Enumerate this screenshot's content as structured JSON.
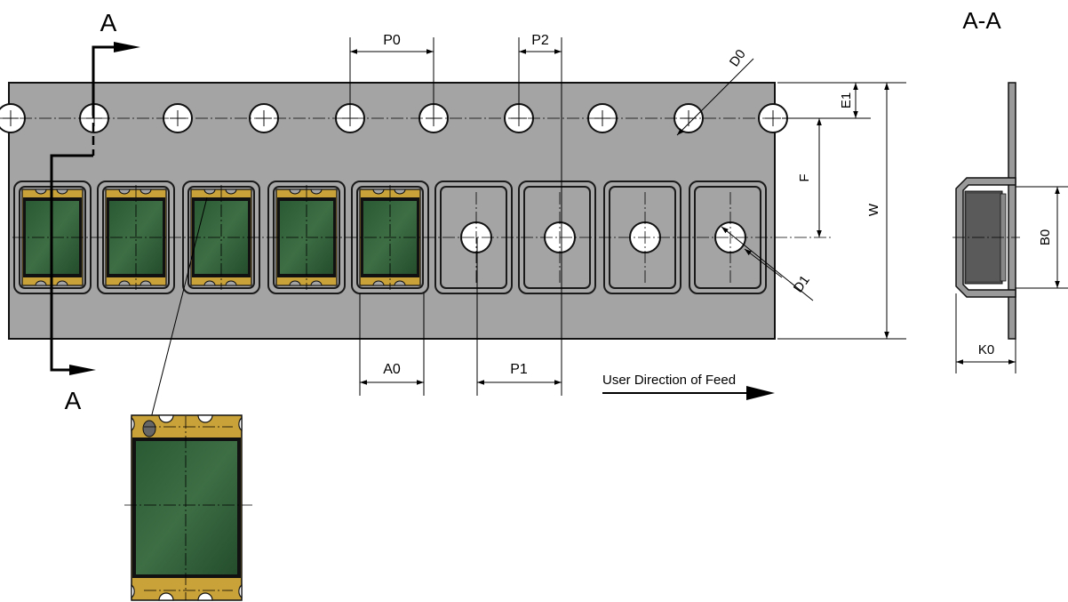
{
  "section": {
    "marker_top": "A",
    "marker_bottom": "A",
    "view_title": "A-A"
  },
  "dimensions": {
    "p0": "P0",
    "p2": "P2",
    "d0": "D0",
    "e1": "E1",
    "f": "F",
    "w": "W",
    "d1": "D1",
    "a0": "A0",
    "p1": "P1",
    "b0": "B0",
    "k0": "K0"
  },
  "feed": {
    "label": "User Direction of Feed"
  },
  "colors": {
    "tape": "#a4a4a4",
    "component_body": "#2f5a38",
    "terminal": "#c9a23a",
    "pocket_border": "#1a1a1a"
  }
}
